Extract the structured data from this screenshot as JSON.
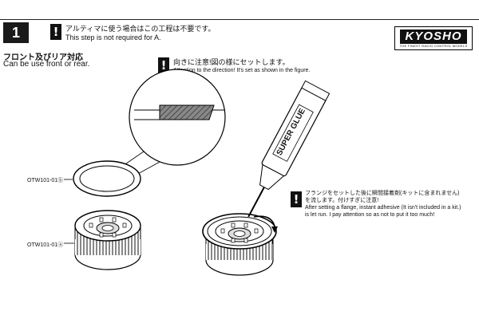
{
  "step": {
    "number": "1"
  },
  "notes": {
    "top_jp": "アルティマに使う場合はこの工程は不要です。",
    "top_en": "This step is not required for A.",
    "mid_jp": "向きに注意!図の様にセットします。",
    "mid_en": "Attention to the direction! It's set as shown in the figure.",
    "bot_jp1": "フランジをセットした後に瞬間接着剤(キットに含まれません)",
    "bot_jp2": "を流します。付けすぎに注意!",
    "bot_en1": "After setting a flange, instant adhesive (It isn't included in a kit.)",
    "bot_en2": "is let run. I pay attention so as not to put it too much!"
  },
  "section": {
    "title_jp": "フロント及びリア対応",
    "title_en": "Can be use front or rear."
  },
  "logo": {
    "main": "KYOSHO",
    "sub": "THE FINEST RADIO CONTROL MODELS"
  },
  "parts": {
    "flange": "OTW101-01ⓑ",
    "pulley": "OTW101-01ⓐ"
  },
  "glue": {
    "label": "SUPER GLUE"
  },
  "warning_glyph": "!"
}
